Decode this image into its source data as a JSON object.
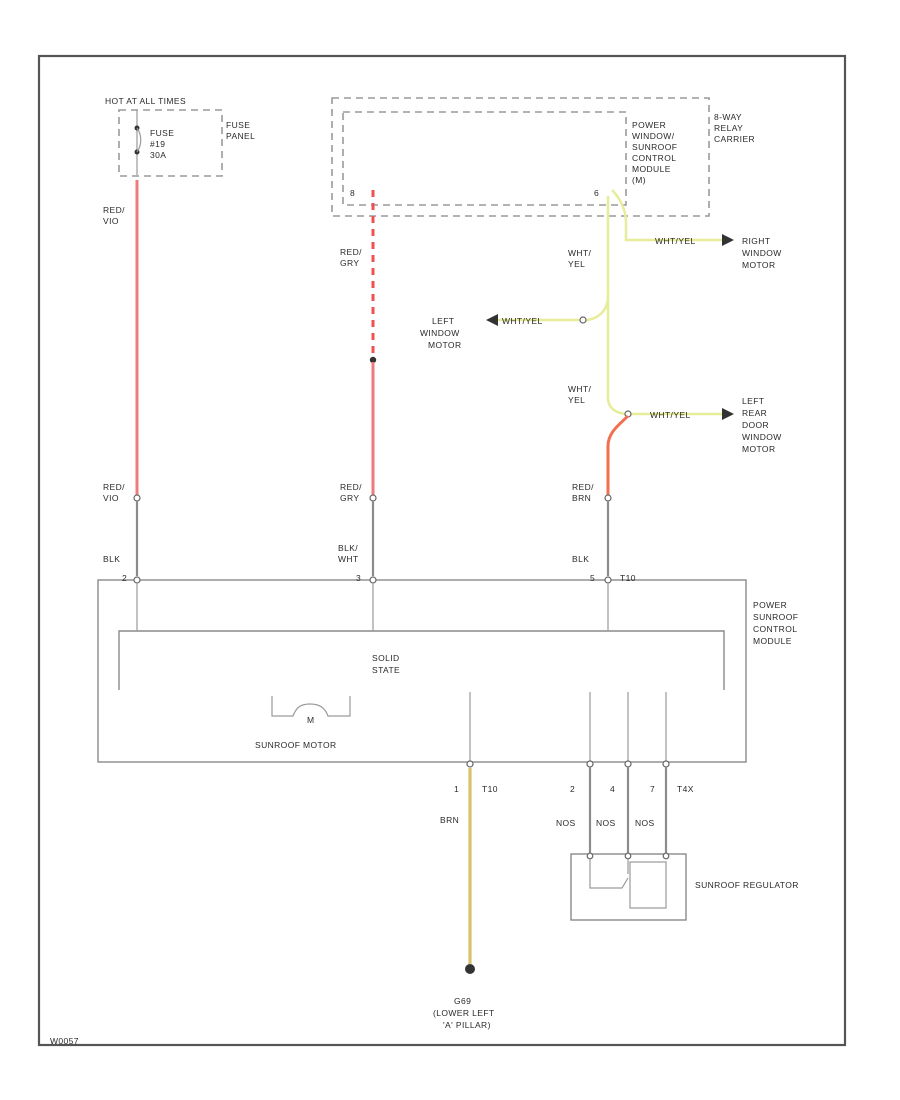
{
  "top_left": {
    "hot_label": "HOT AT ALL TIMES",
    "fuse_label": [
      "FUSE",
      "#19",
      "30A"
    ],
    "panel_label": [
      "FUSE",
      "PANEL"
    ]
  },
  "relay_carrier": {
    "label": [
      "8-WAY",
      "RELAY",
      "CARRIER"
    ],
    "module_label": [
      "POWER",
      "WINDOW/",
      "SUNROOF",
      "CONTROL",
      "MODULE",
      "(M)"
    ],
    "pin_left": "8",
    "pin_right": "6"
  },
  "wires": {
    "red_vio": [
      "RED/",
      "VIO"
    ],
    "red_gry": [
      "RED/",
      "GRY"
    ],
    "wht_yel": [
      "WHT/",
      "YEL"
    ],
    "red_brn": [
      "RED/",
      "BRN"
    ],
    "blk": "BLK",
    "blk_wht": [
      "BLK/",
      "WHT"
    ],
    "brn": "BRN",
    "wht_yel_inline": "WHT/YEL",
    "nos": [
      "NOS",
      "NOS",
      "NOS"
    ]
  },
  "loads": {
    "right_window_motor": [
      "RIGHT",
      "WINDOW",
      "MOTOR"
    ],
    "left_window_motor": [
      "LEFT",
      "WINDOW",
      "MOTOR"
    ],
    "left_rear_door_window_motor": [
      "LEFT",
      "REAR",
      "DOOR",
      "WINDOW",
      "MOTOR"
    ]
  },
  "module": {
    "label": [
      "POWER",
      "SUNROOF",
      "CONTROL",
      "MODULE"
    ],
    "solid_state": [
      "SOLID",
      "STATE"
    ],
    "sunroof_motor": "SUNROOF MOTOR",
    "motor_symbol": "M",
    "top_pins": [
      "2",
      "3",
      "5"
    ],
    "top_connector": "T10",
    "bottom_pins": [
      "1",
      "2",
      "4",
      "7"
    ],
    "bottom_connector_left": "T10",
    "bottom_connector_right": "T4X"
  },
  "regulator": {
    "label": "SUNROOF REGULATOR"
  },
  "ground": {
    "label": [
      "G69",
      "(LOWER LEFT",
      "'A' PILLAR)"
    ]
  },
  "footer": {
    "ref": "W0057"
  }
}
